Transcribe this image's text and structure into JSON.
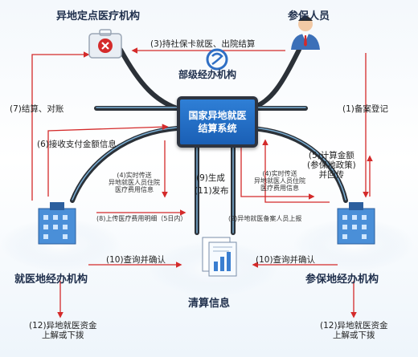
{
  "nodes": {
    "hospital": "异地定点医疗机构",
    "insured": "参保人员",
    "ministry": "部级经办机构",
    "system_line1": "国家异地就医",
    "system_line2": "结算系统",
    "treat_agency": "就医地经办机构",
    "insured_agency": "参保地经办机构",
    "settlement": "清算信息"
  },
  "labels": {
    "step1": "(1)备案登记",
    "step2": "(2)异地就医备案人员上报",
    "step3": "(3)持社保卡就医、出院结算",
    "step4_line1": "(4)实时传送",
    "step4_line2": "异地就医人员住院",
    "step4_line3": "医疗费用信息",
    "step5_line1": "(5)计算金额",
    "step5_line2": "(参保地政策)",
    "step5_line3": "并回传",
    "step6": "(6)接收支付金额信息",
    "step7": "(7)结算、对账",
    "step8": "(8)上传医疗费用明细（5日内）",
    "step9": "(9)生成",
    "step11": "(11)发布",
    "step10": "(10)查询并确认",
    "step12_line1": "(12)异地就医资金",
    "step12_line2": "上解或下拨"
  },
  "colors": {
    "arrow": "#d42a2a",
    "pipe": "#2b3138",
    "screen": "#1f6fcf"
  },
  "icons": [
    "medical-kit-icon",
    "person-icon",
    "social-security-logo-icon",
    "building-icon",
    "document-icon"
  ]
}
